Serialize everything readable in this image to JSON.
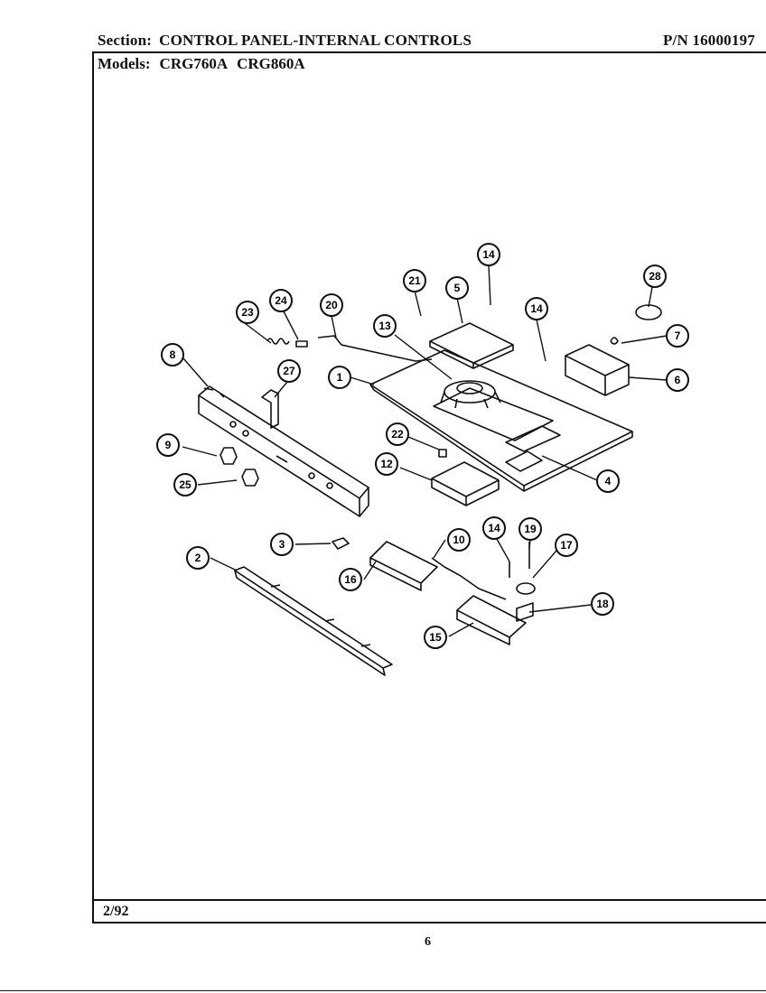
{
  "header": {
    "section_label": "Section:",
    "section_title": "CONTROL PANEL-INTERNAL CONTROLS",
    "part_number": "P/N 16000197",
    "models_label": "Models:",
    "models": [
      "CRG760A",
      "CRG860A"
    ]
  },
  "footer": {
    "date": "2/92",
    "page": "6"
  },
  "callouts": {
    "c1": "1",
    "c2": "2",
    "c3": "3",
    "c4": "4",
    "c5": "5",
    "c6": "6",
    "c7": "7",
    "c8": "8",
    "c9": "9",
    "c10": "10",
    "c12": "12",
    "c13": "13",
    "c14a": "14",
    "c14b": "14",
    "c14c": "14",
    "c15": "15",
    "c16": "16",
    "c17": "17",
    "c18": "18",
    "c19": "19",
    "c20": "20",
    "c21": "21",
    "c22": "22",
    "c23": "23",
    "c24": "24",
    "c25": "25",
    "c27": "27",
    "c28": "28"
  }
}
